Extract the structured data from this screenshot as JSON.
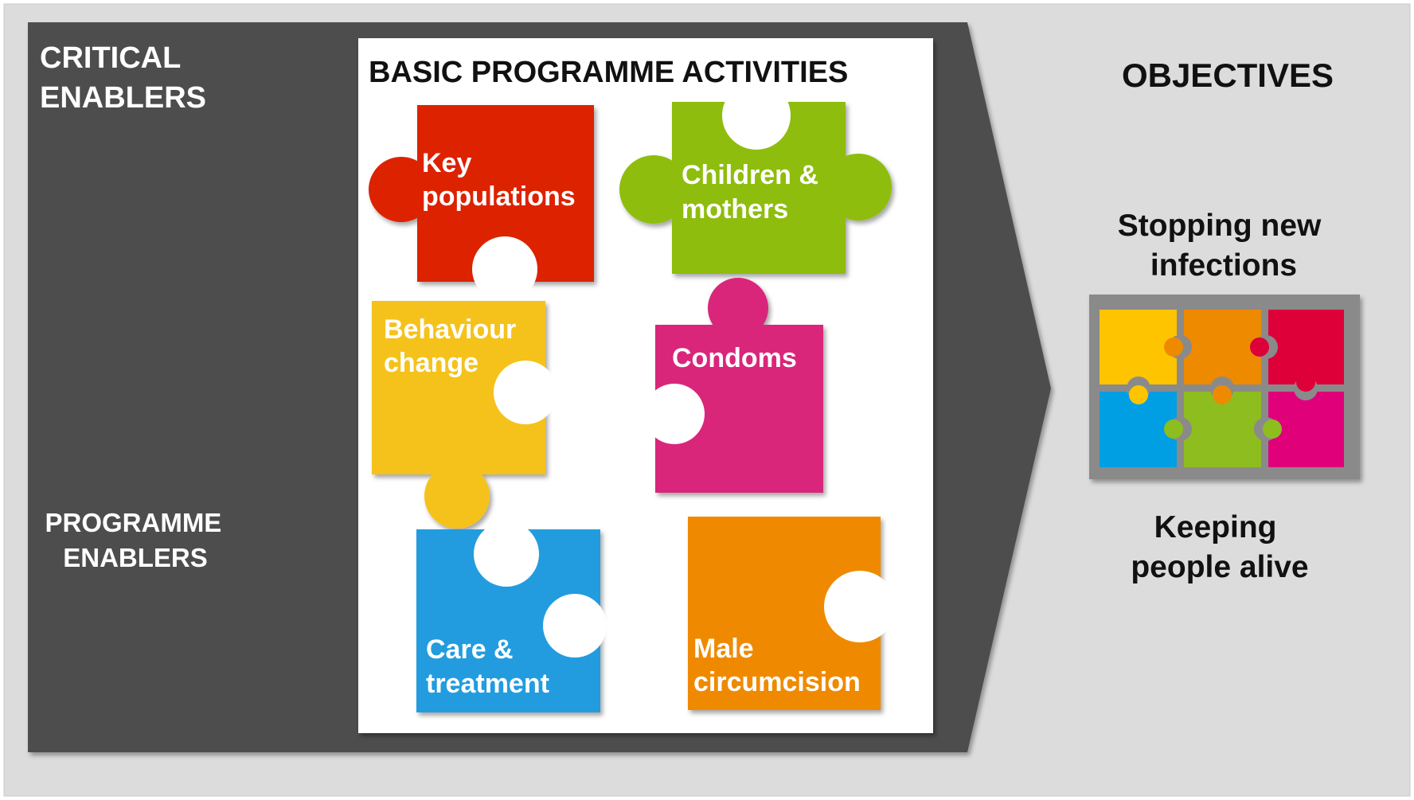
{
  "left_labels": {
    "critical_enablers": [
      "CRITICAL",
      "ENABLERS"
    ],
    "programme_enablers": [
      "PROGRAMME",
      "ENABLERS"
    ]
  },
  "activities": {
    "title": "BASIC PROGRAMME ACTIVITIES",
    "pieces": [
      {
        "lines": [
          "Key",
          "populations"
        ],
        "color": "#DD2100"
      },
      {
        "lines": [
          "Children &",
          "mothers"
        ],
        "color": "#8EBD0F"
      },
      {
        "lines": [
          "Behaviour",
          "change"
        ],
        "color": "#F5C21E"
      },
      {
        "lines": [
          "Condoms"
        ],
        "color": "#D9267A"
      },
      {
        "lines": [
          "Care &",
          "treatment"
        ],
        "color": "#219CDF"
      },
      {
        "lines": [
          "Male",
          "circumcision"
        ],
        "color": "#EF8A00"
      }
    ]
  },
  "objectives": {
    "title": "OBJECTIVES",
    "items": [
      [
        "Stopping new",
        "infections"
      ],
      [
        "Keeping",
        "people alive"
      ]
    ],
    "puzzle_colors": [
      "#FFC400",
      "#EE8A00",
      "#DD0039",
      "#009FE3",
      "#8EBD1F",
      "#E0007A"
    ]
  },
  "colors": {
    "background": "#DCDCDC",
    "arrow": "#4D4D4D",
    "panel": "#FFFFFF",
    "puzzle_frame": "#8A8A8A"
  }
}
